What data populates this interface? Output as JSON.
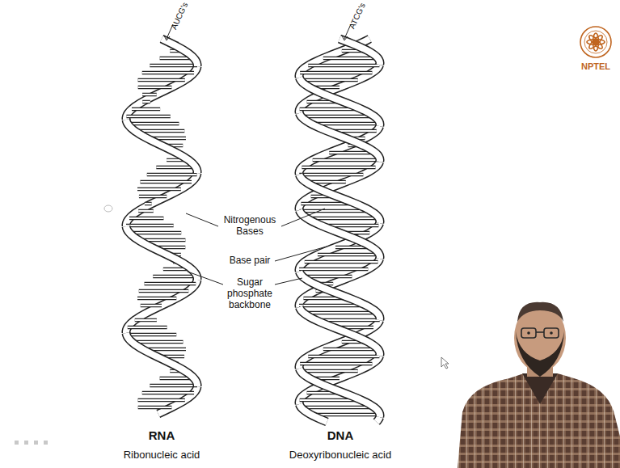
{
  "diagram": {
    "labels": [
      "AUCG's",
      "ATCG's",
      "Nitrogenous Bases",
      "Base pair",
      "Sugar phosphate backbone",
      "RNA",
      "Ribonucleic acid",
      "DNA",
      "Deoxyribonucleic acid",
      "NPTEL"
    ]
  }
}
